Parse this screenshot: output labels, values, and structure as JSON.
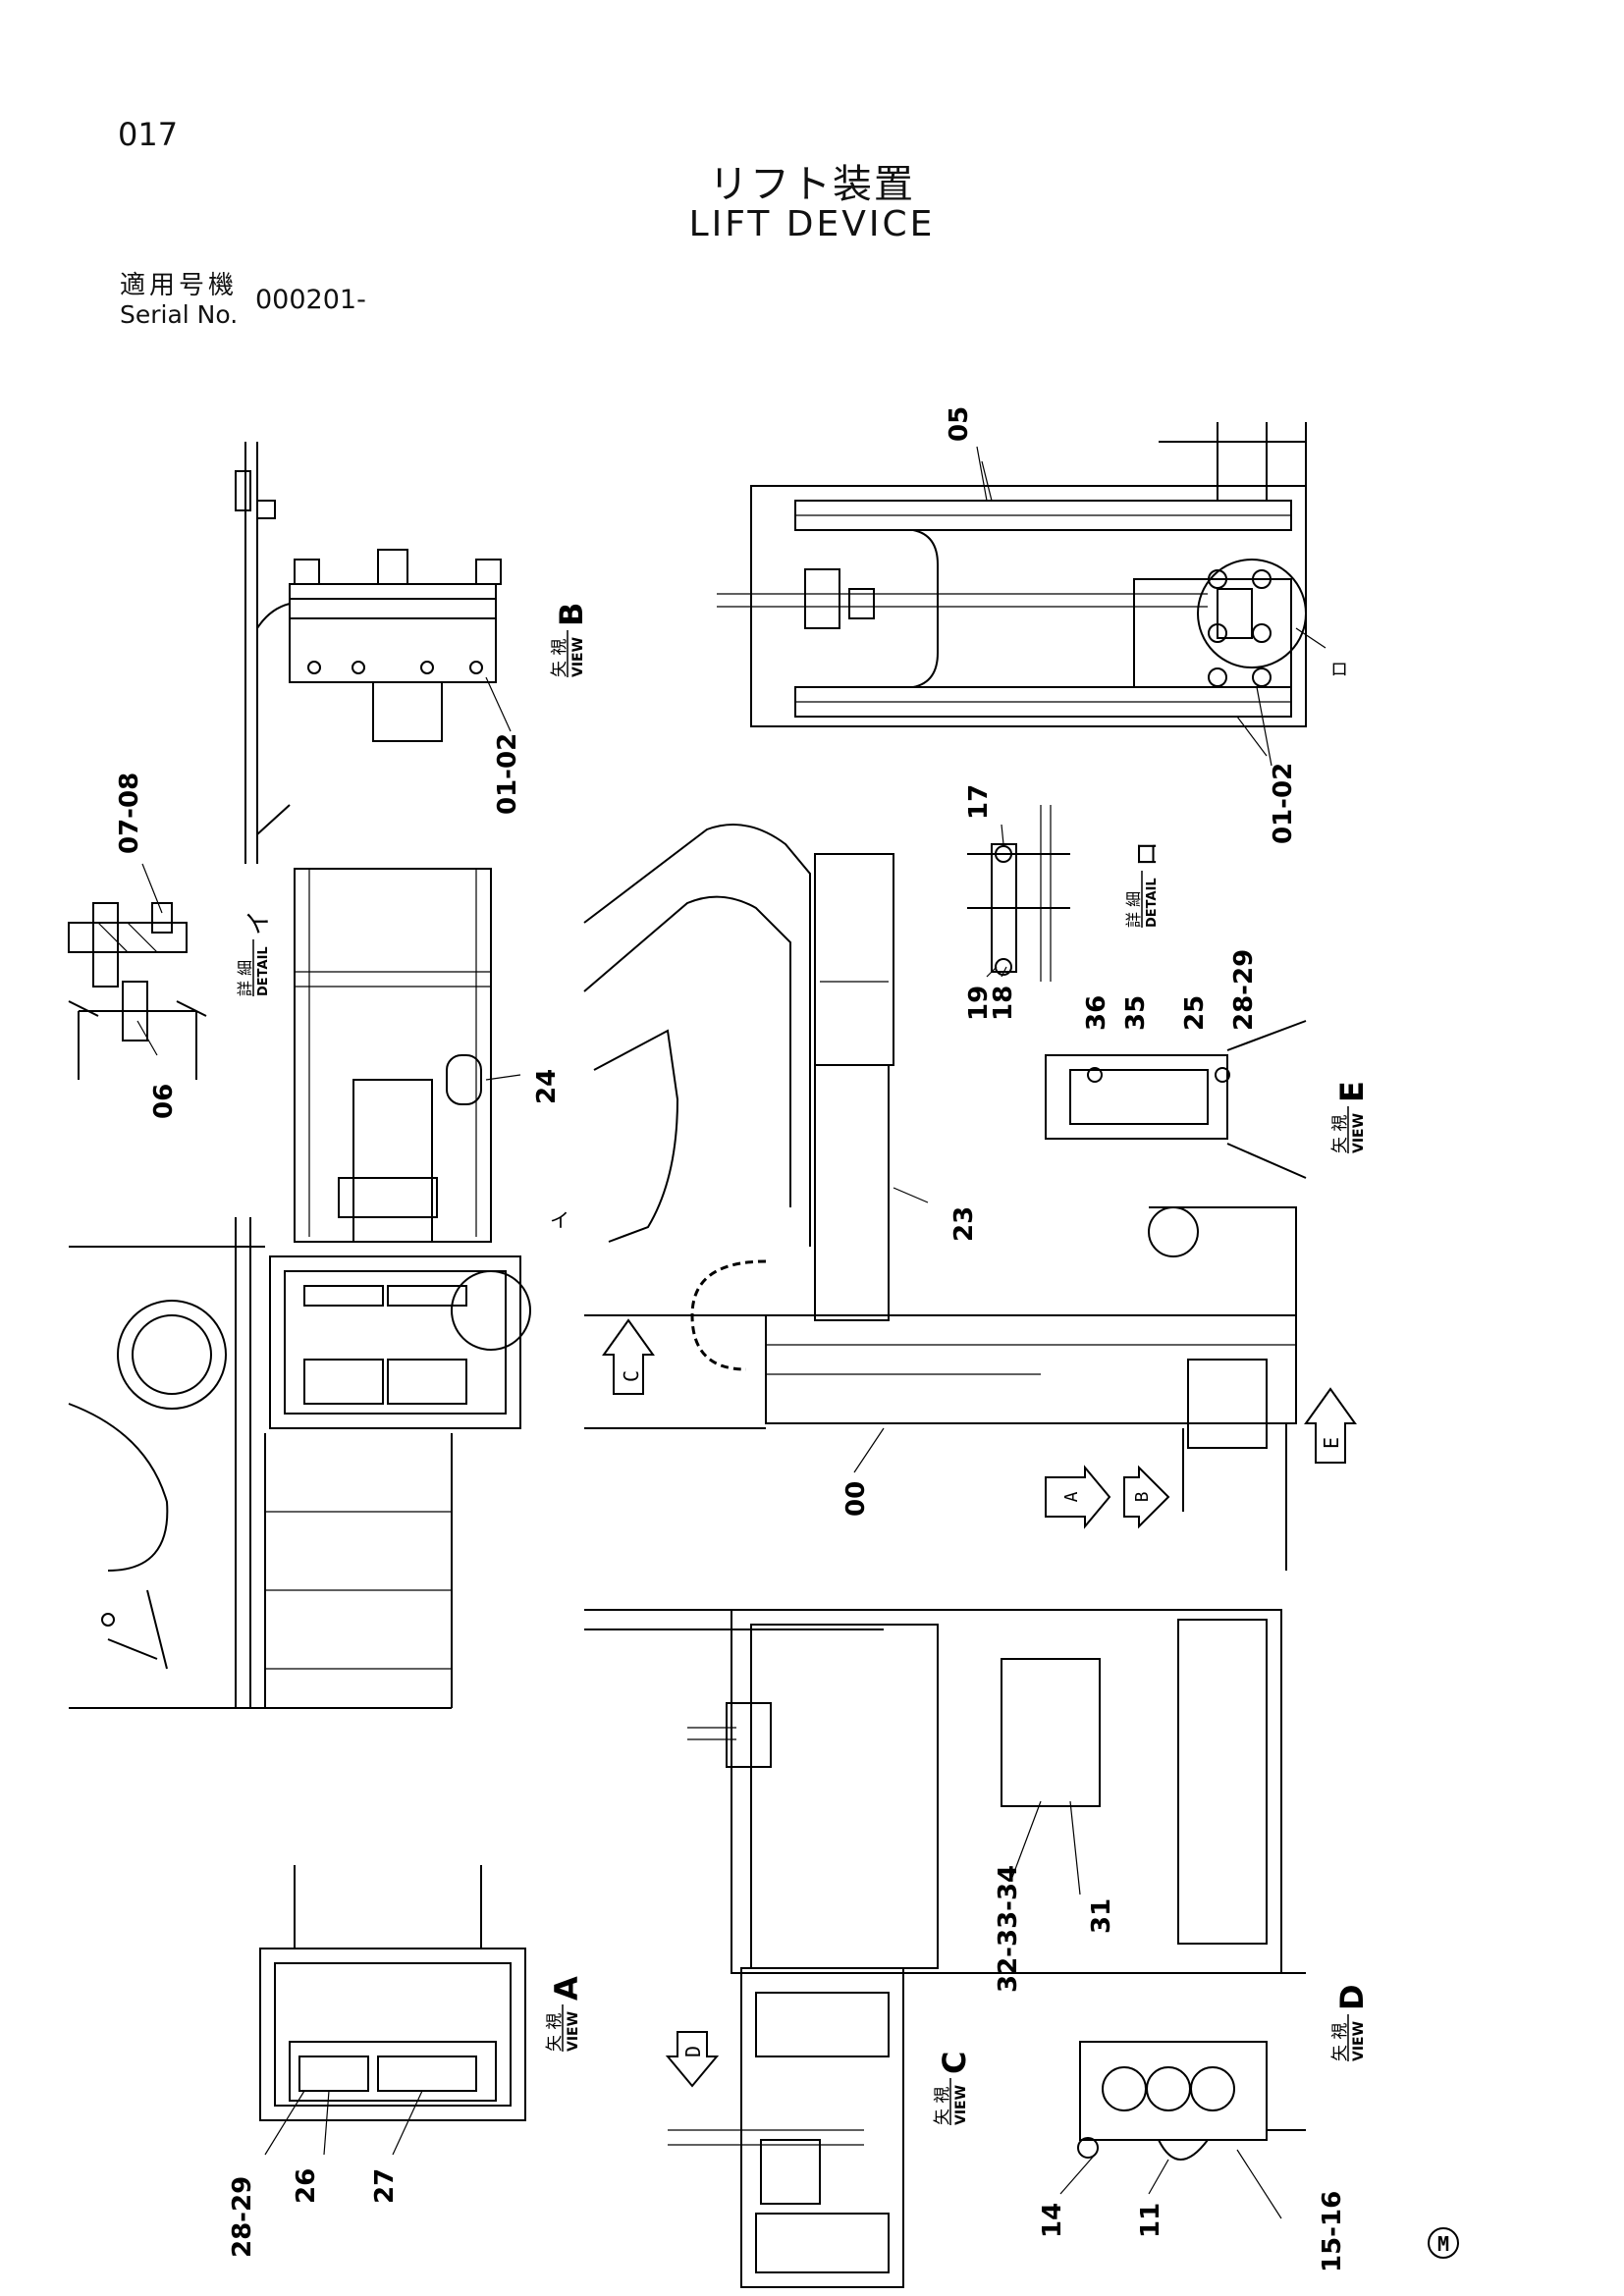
{
  "header": {
    "page_number": "017",
    "title_jp": "リフト装置",
    "title_en": "LIFT DEVICE",
    "serial_label_jp": "適用号機",
    "serial_label_en": "Serial No.",
    "serial_value": "000201-"
  },
  "views": {
    "view_word": "VIEW",
    "view_jp": "矢 視",
    "detail_word": "DETAIL",
    "detail_jp": "詳 細",
    "A": "A",
    "B": "B",
    "C": "C",
    "D": "D",
    "E": "E",
    "detail_1": "イ",
    "detail_2": "ロ"
  },
  "part_labels": {
    "p05": "05",
    "p01_02_top": "01-02",
    "p01_02_view_b": "01-02",
    "p07_08": "07-08",
    "p06": "06",
    "p17": "17",
    "p19": "19",
    "p18": "18",
    "p36": "36",
    "p35": "35",
    "p25": "25",
    "p28_29_view_e": "28-29",
    "p24": "24",
    "p23": "23",
    "p00": "00",
    "p32_33_34": "32-33-34",
    "p31": "31",
    "p28_29_view_a": "28-29",
    "p26": "26",
    "p27": "27",
    "p14": "14",
    "p11": "11",
    "p15_16": "15-16"
  },
  "arrows": {
    "A": "A",
    "B": "B",
    "C": "C",
    "D": "D",
    "E": "E",
    "detail_1_marker": "イ",
    "detail_2_marker": "ロ"
  },
  "footer": {
    "mark": "M"
  }
}
